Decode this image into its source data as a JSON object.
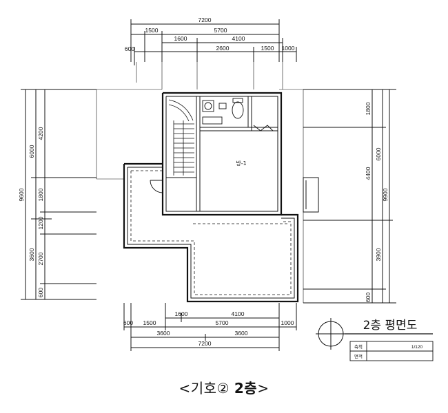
{
  "plan": {
    "title": "2층 평면도",
    "room_label": "방-1",
    "dims_top": {
      "total": "7200",
      "row2": [
        "1500",
        "5700"
      ],
      "row3": [
        "1600",
        "4100"
      ],
      "row4": [
        "600",
        "2600",
        "1500",
        "1000"
      ]
    },
    "dims_bottom": {
      "row1": [
        "1600",
        "4100"
      ],
      "row2": [
        "600",
        "1500",
        "5700",
        "1000"
      ],
      "row3": [
        "3600",
        "3600"
      ],
      "total": "7200"
    },
    "dims_left": {
      "total": "9600",
      "col2": [
        "6000",
        "3600"
      ],
      "col3": [
        "4200",
        "1800",
        "1200",
        "2700",
        "600"
      ]
    },
    "dims_right": {
      "col1": [
        "1800",
        "4400",
        "600"
      ],
      "col2": [
        "6000",
        "3900"
      ],
      "total": "9900"
    },
    "title_block": {
      "row1_label": "축척",
      "row1_value": "1/120",
      "row2_label": "면적"
    }
  },
  "caption": {
    "open": "<기호",
    "circled": "②",
    "floor": "2층",
    "close": ">"
  }
}
